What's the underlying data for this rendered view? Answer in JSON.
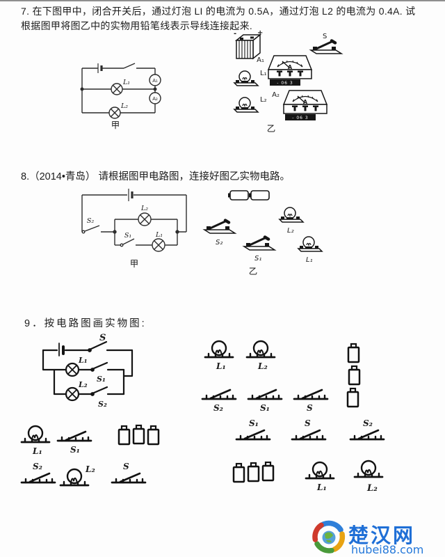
{
  "problems": {
    "p7": {
      "line1": "7. 在下图甲中，闭合开关后，通过灯泡 LI 的电流为 0.5A，通过灯泡 L2 的电流为 0.4A. 试",
      "line2": "根据图甲将图乙中的实物用铅笔线表示导线连接起来.",
      "schematic": {
        "lamp1": "L₁",
        "lamp2": "L₂",
        "ammeter1": "A₁",
        "ammeter2": "A₂",
        "caption": "甲"
      },
      "pictorial": {
        "battery_minus": "-",
        "battery_plus": "+",
        "switch": "S",
        "lamp1": "L₁",
        "lamp2": "L₂",
        "ammeter1": "A₁",
        "ammeter2": "A₂",
        "meter_unit": "A",
        "meter_terminals": "- 06 3",
        "caption": "乙"
      }
    },
    "p8": {
      "heading": "8.（2014•青岛）  请根据图甲电路图，连接好图乙实物电路。",
      "schematic": {
        "switch2": "S₂",
        "lamp2": "L₂",
        "switch1": "S₁",
        "lamp1": "L₁",
        "caption": "甲"
      },
      "pictorial": {
        "switch2": "S₂",
        "switch1": "S₁",
        "lamp2": "L₂",
        "lamp1": "L₁",
        "caption": "乙"
      }
    },
    "p9": {
      "heading": "9．按电路图画实物图:",
      "schematic": {
        "switch": "S",
        "lamp1": "L₁",
        "switch1": "S₁",
        "lamp2": "L₂",
        "switch2": "S₂"
      },
      "parts_top": {
        "lamp1": "L₁",
        "lamp2": "L₂",
        "switch2": "S₂",
        "switch1": "S₁",
        "switch": "S"
      },
      "parts_left": {
        "lamp1": "L₁",
        "switch1": "S₁",
        "switch2": "S₂",
        "lamp2": "L₂",
        "switch": "S"
      },
      "parts_right": {
        "switch1": "S₁",
        "switch": "S",
        "switch2": "S₂",
        "lamp1": "L₁",
        "lamp2": "L₂"
      }
    }
  },
  "logo": {
    "site_name": "楚汉网",
    "site_url": "hubei88.com",
    "brand_color": "#1f6fd6"
  }
}
